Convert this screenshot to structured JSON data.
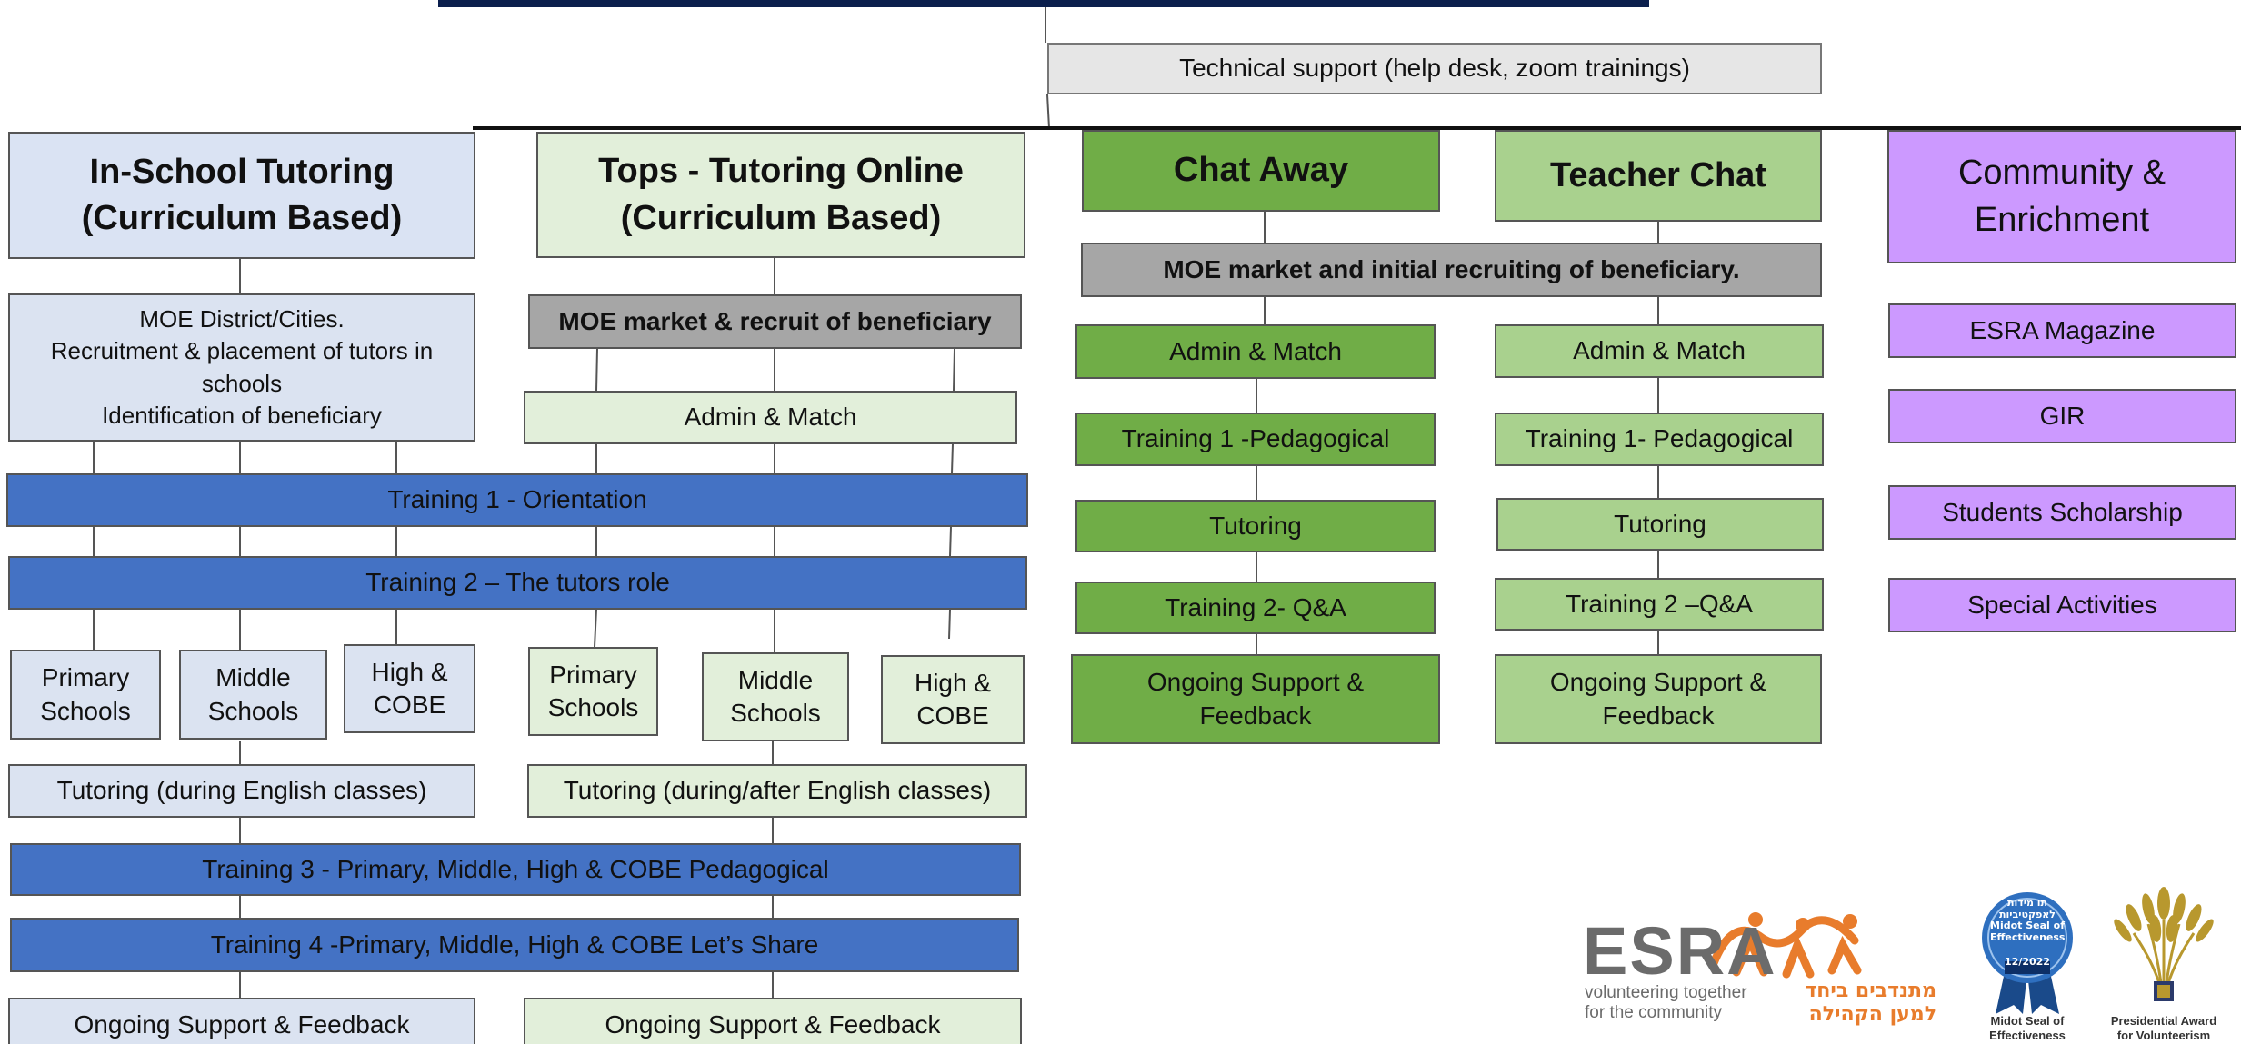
{
  "colors": {
    "top_bar": "#0b1f4d",
    "in_school_header": "#dae3f3",
    "training_blue": "#4472c4",
    "in_school_box": "#dbe3f1",
    "tops_box": "#e2efda",
    "moe_gray": "#a6a6a6",
    "tech_support": "#e6e6e6",
    "chat_away": "#70ad47",
    "teacher_chat": "#a9d18e",
    "community": "#cc99ff",
    "esra_orange": "#e87c2c"
  },
  "tech_support": "Technical support (help desk, zoom trainings)",
  "in_school": {
    "header": [
      "In-School Tutoring",
      "(Curriculum Based)"
    ],
    "moe": [
      "MOE District/Cities.",
      "Recruitment & placement of tutors in",
      "schools",
      "Identification of beneficiary"
    ],
    "schools": [
      [
        "Primary",
        "Schools"
      ],
      [
        "Middle",
        "Schools"
      ],
      [
        "High &",
        "COBE"
      ]
    ],
    "tutoring": "Tutoring (during English classes)",
    "ongoing": "Ongoing Support & Feedback"
  },
  "tops": {
    "header": [
      "Tops - Tutoring Online",
      "(Curriculum Based)"
    ],
    "moe": "MOE market & recruit of beneficiary",
    "admin": "Admin & Match",
    "schools": [
      [
        "Primary",
        "Schools"
      ],
      [
        "Middle",
        "Schools"
      ],
      [
        "High &",
        "COBE"
      ]
    ],
    "tutoring": "Tutoring (during/after English classes)",
    "ongoing": "Ongoing Support & Feedback"
  },
  "shared_trainings": {
    "t1": "Training 1 - Orientation",
    "t2": "Training 2 – The tutors role",
    "t3": "Training 3  - Primary, Middle, High & COBE Pedagogical",
    "t4": "Training 4 -Primary, Middle, High & COBE Let’s Share"
  },
  "chat_away": {
    "header": "Chat Away",
    "admin": "Admin & Match",
    "training1": "Training 1 -Pedagogical",
    "tutoring": "Tutoring",
    "training2": "Training 2-  Q&A",
    "ongoing": [
      "Ongoing Support &",
      "Feedback"
    ]
  },
  "chat_moe": "MOE market and initial recruiting of beneficiary.",
  "teacher_chat": {
    "header": "Teacher Chat",
    "admin": "Admin & Match",
    "training1": "Training 1- Pedagogical",
    "tutoring": "Tutoring",
    "training2": "Training 2 –Q&A",
    "ongoing": [
      "Ongoing Support &",
      "Feedback"
    ]
  },
  "community": {
    "header": [
      "Community &",
      "Enrichment"
    ],
    "items": [
      "ESRA Magazine",
      "GIR",
      "Students Scholarship",
      "Special Activities"
    ]
  },
  "logos": {
    "esra_name": "ESRA",
    "esra_tagline": [
      "volunteering together",
      "for the community"
    ],
    "esra_hebrew": [
      "מתנדבים ביחד",
      "למען הקהילה"
    ],
    "midot_badge": [
      "תו מידות",
      "לאפקטיביות",
      "Midot Seal of",
      "Effectiveness",
      "12/2022"
    ],
    "midot_caption": [
      "Midot Seal of",
      "Effectiveness"
    ],
    "presidential_caption": [
      "Presidential Award",
      "for Volunteerism"
    ]
  }
}
